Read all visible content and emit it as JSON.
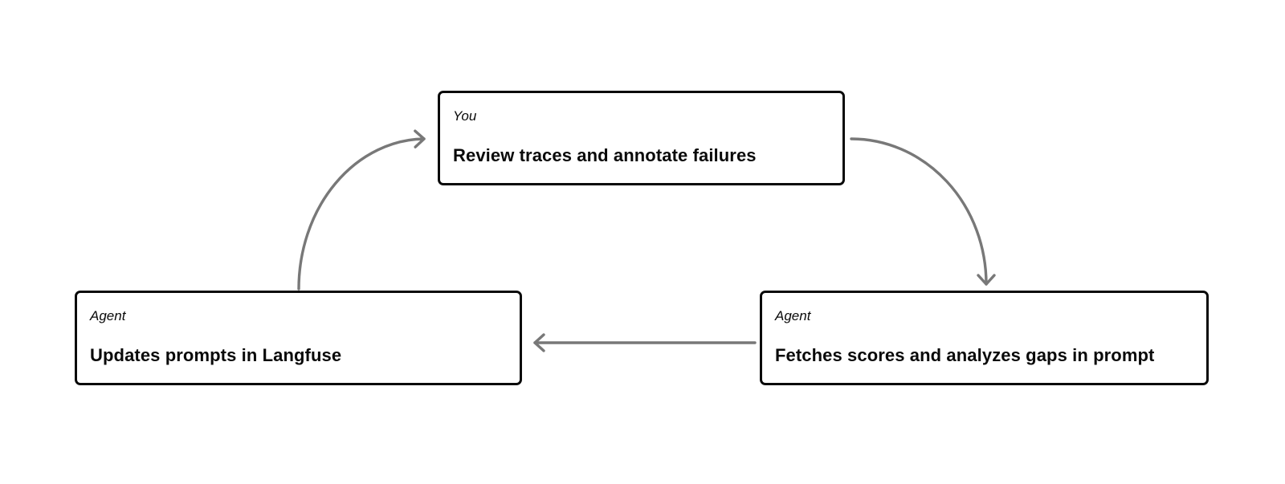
{
  "diagram": {
    "nodes": {
      "you_review": {
        "role": "You",
        "title": "Review traces and annotate failures"
      },
      "agent_update": {
        "role": "Agent",
        "title": "Updates prompts in Langfuse"
      },
      "agent_fetch": {
        "role": "Agent",
        "title": "Fetches scores and analyzes gaps in prompt"
      }
    },
    "edges": [
      {
        "from": "agent_update",
        "to": "you_review"
      },
      {
        "from": "you_review",
        "to": "agent_fetch"
      },
      {
        "from": "agent_fetch",
        "to": "agent_update"
      }
    ],
    "colors": {
      "arrow": "#787878",
      "box_border": "#0a0a0a",
      "text": "#0a0a0a",
      "background": "#ffffff"
    }
  }
}
